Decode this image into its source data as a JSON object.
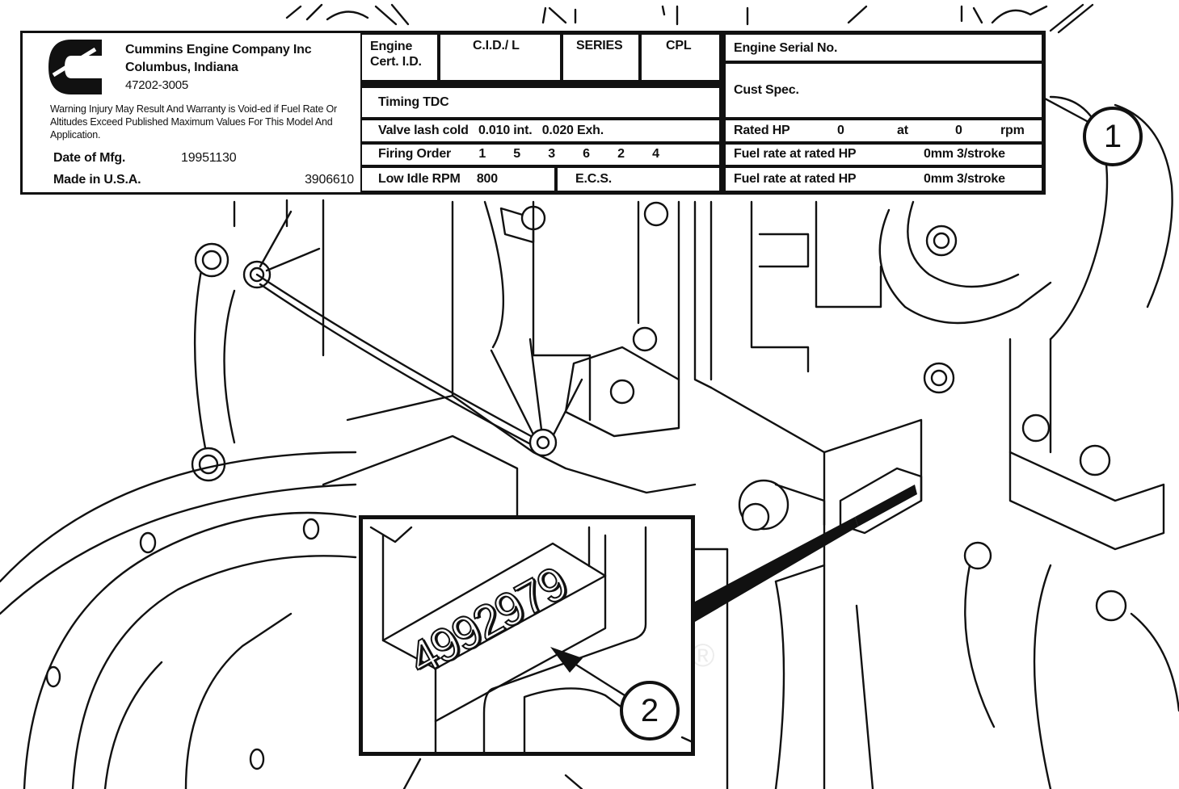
{
  "dataplate": {
    "company": {
      "name": "Cummins Engine Company Inc",
      "city": "Columbus, Indiana",
      "zip": "47202-3005"
    },
    "warning": "Warning Injury May Result And Warranty is Void-ed if Fuel Rate Or Altitudes Exceed Published Maximum Values For This Model And Application.",
    "date_of_mfg_label": "Date of Mfg.",
    "date_of_mfg_value": "19951130",
    "made_in_label": "Made in U.S.A.",
    "part_number": "3906610",
    "engine_cert_label": "Engine Cert. I.D.",
    "cid_label": "C.I.D./  L",
    "series_label": "SERIES",
    "cpl_label": "CPL",
    "timing_label": "Timing TDC",
    "valve_lash_label": "Valve lash cold",
    "valve_lash_int": "0.010 int.",
    "valve_lash_exh": "0.020 Exh.",
    "firing_order_label": "Firing Order",
    "firing_order": [
      "1",
      "5",
      "3",
      "6",
      "2",
      "4"
    ],
    "low_idle_label": "Low Idle RPM",
    "low_idle_value": "800",
    "ecs_label": "E.C.S.",
    "serial_label": "Engine Serial No.",
    "cust_spec_label": "Cust Spec.",
    "rated_hp_label": "Rated HP",
    "rated_hp_value": "0",
    "rated_at_label": "at",
    "rated_rpm_value": "0",
    "rpm_label": "rpm",
    "fuel_rate_rows": [
      {
        "label": "Fuel rate at rated HP",
        "value": "0mm 3/stroke"
      },
      {
        "label": "Fuel rate at rated HP",
        "value": "0mm 3/stroke"
      }
    ]
  },
  "inset": {
    "stamped_number": "4992979"
  },
  "callouts": {
    "one": "1",
    "two": "2"
  },
  "watermark": {
    "registered_mark": "®"
  },
  "colors": {
    "ink": "#111111",
    "paper": "#ffffff"
  }
}
